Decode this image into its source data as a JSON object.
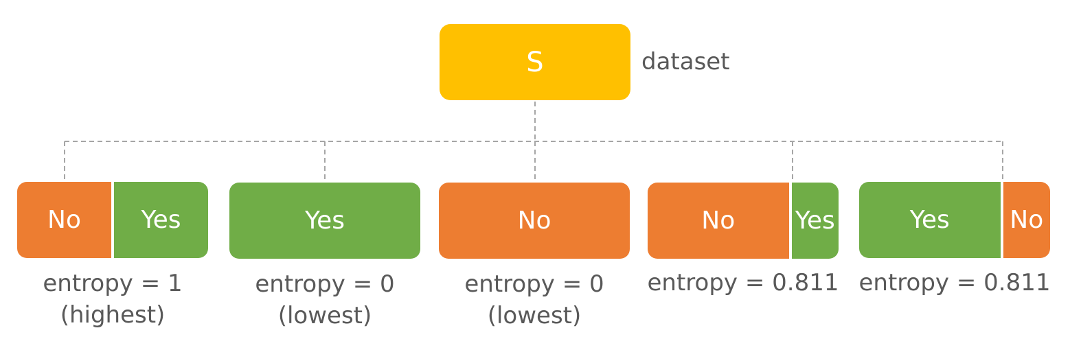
{
  "root": {
    "label": "S",
    "caption": "dataset"
  },
  "leaves": [
    {
      "segments": [
        {
          "class": "no",
          "label": "No",
          "share": 0.5
        },
        {
          "class": "yes",
          "label": "Yes",
          "share": 0.5
        }
      ],
      "entropy": "entropy = 1",
      "note": "(highest)"
    },
    {
      "segments": [
        {
          "class": "yes",
          "label": "Yes",
          "share": 1.0
        }
      ],
      "entropy": "entropy = 0",
      "note": "(lowest)"
    },
    {
      "segments": [
        {
          "class": "no",
          "label": "No",
          "share": 1.0
        }
      ],
      "entropy": "entropy = 0",
      "note": "(lowest)"
    },
    {
      "segments": [
        {
          "class": "no",
          "label": "No",
          "share": 0.75
        },
        {
          "class": "yes",
          "label": "Yes",
          "share": 0.25
        }
      ],
      "entropy": "entropy = 0.811",
      "note": ""
    },
    {
      "segments": [
        {
          "class": "yes",
          "label": "Yes",
          "share": 0.75
        },
        {
          "class": "no",
          "label": "No",
          "share": 0.25
        }
      ],
      "entropy": "entropy = 0.811",
      "note": ""
    }
  ],
  "colors": {
    "root": "#FFC000",
    "no": "#ED7D31",
    "yes": "#70AD47",
    "connector": "#A6A6A6",
    "text": "#595959"
  }
}
